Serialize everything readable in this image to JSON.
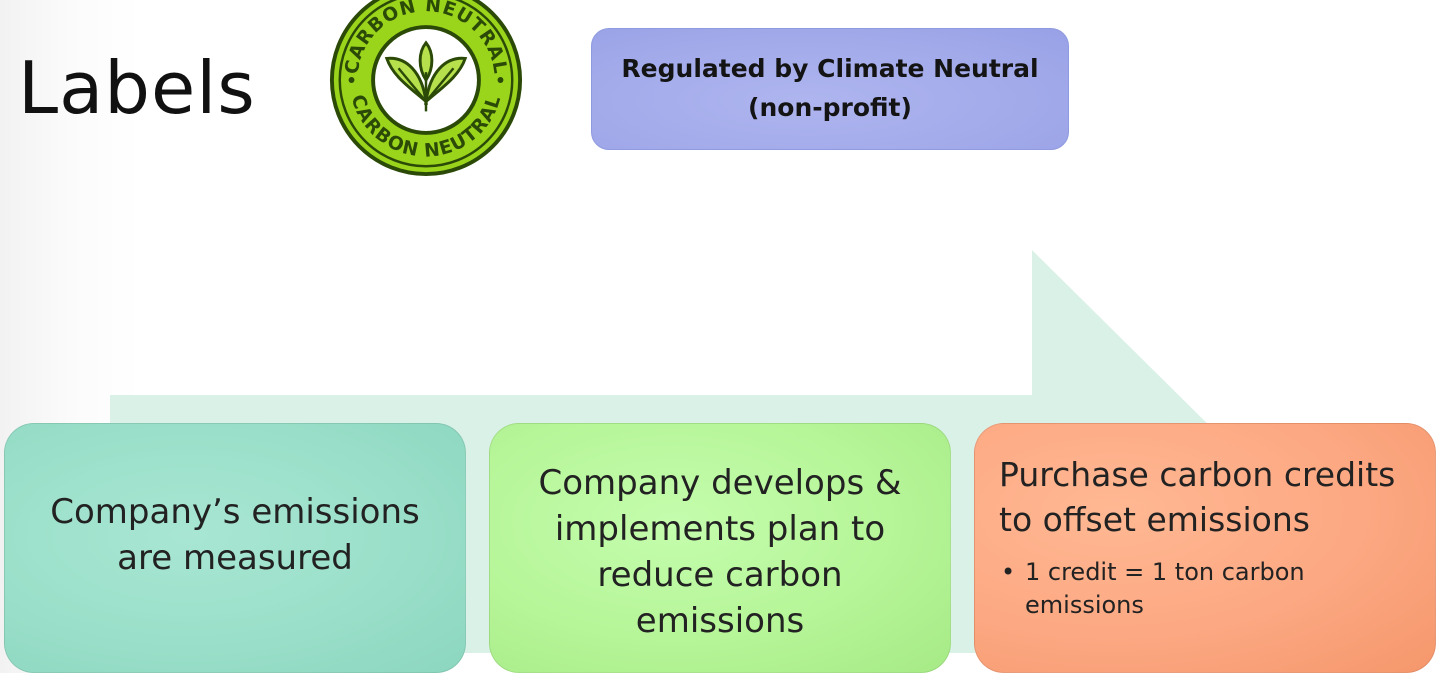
{
  "slide": {
    "title": "Labels"
  },
  "seal": {
    "text": "CARBON NEUTRAL",
    "colors": {
      "ring": "#9ad51c",
      "dark": "#2b4a08",
      "leaf": "#b6e04c",
      "inner": "#ffffff"
    }
  },
  "regulator": {
    "line1": "Regulated by Climate Neutral",
    "line2": "(non-profit)",
    "color": "#a4acec"
  },
  "steps": [
    {
      "text_line1": "Company’s emissions",
      "text_line2": "are measured",
      "color": "#9adfc9"
    },
    {
      "text_line1": "Company develops &",
      "text_line2": "implements plan to",
      "text_line3": "reduce carbon",
      "text_line4": "emissions",
      "color": "#b6f598"
    },
    {
      "text_line1": "Purchase carbon credits",
      "text_line2": "to offset emissions",
      "bullet_line1": "1 credit = 1 ton carbon",
      "bullet_line2": "emissions",
      "color": "#fca882"
    }
  ],
  "arrow": {
    "color": "#d6efe6"
  }
}
